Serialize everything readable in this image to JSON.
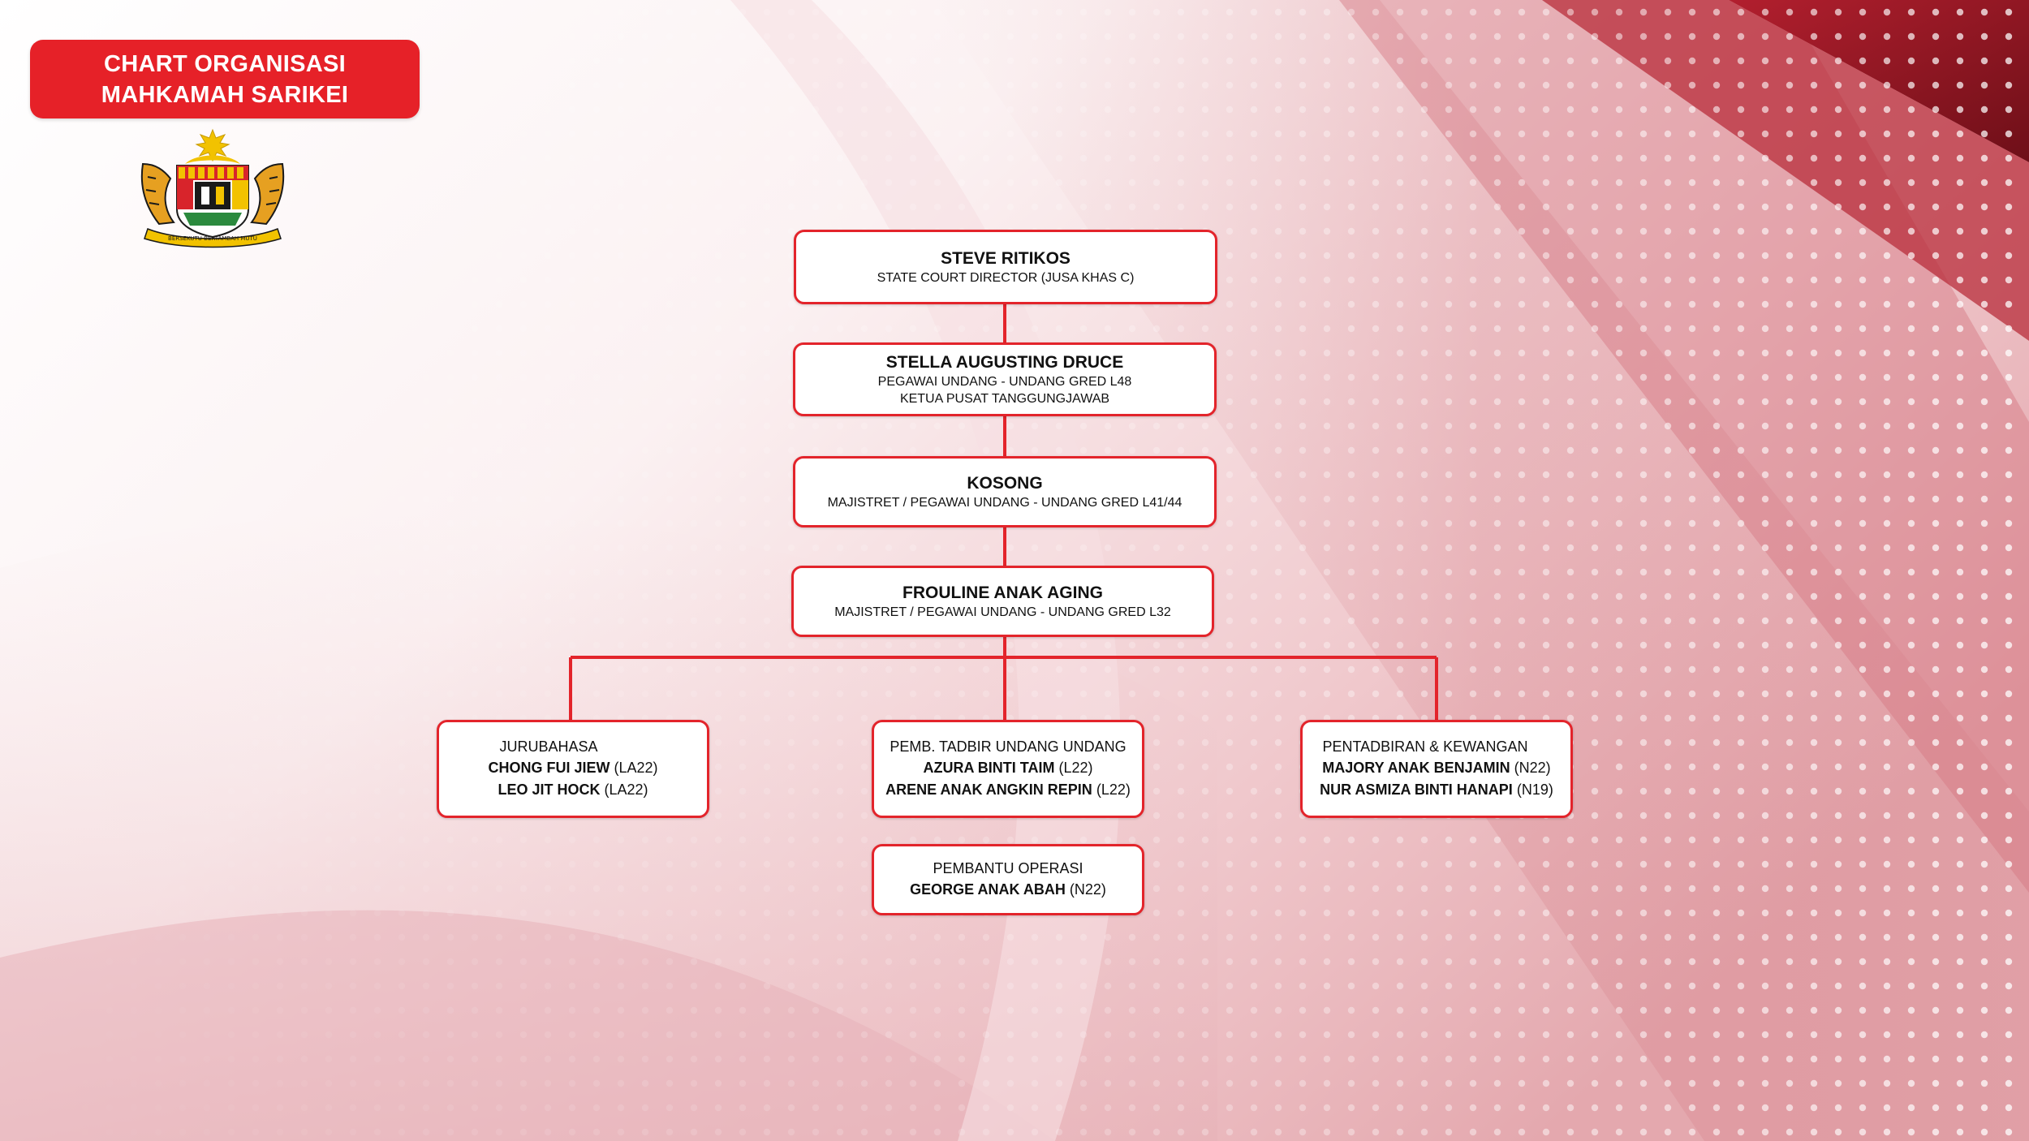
{
  "header": {
    "title_line1": "CHART ORGANISASI",
    "title_line2": "MAHKAMAH SARIKEI"
  },
  "crest": {
    "motto": "BERSEKUTU BERTAMBAH MUTU"
  },
  "colors": {
    "accent": "#e62128",
    "border": "#e3242b",
    "background_tint": "#c8404a"
  },
  "hierarchy": [
    {
      "name": "STEVE RITIKOS",
      "roles": [
        "STATE COURT DIRECTOR (JUSA KHAS C)"
      ]
    },
    {
      "name": "STELLA AUGUSTING DRUCE",
      "roles": [
        "PEGAWAI UNDANG - UNDANG GRED L48",
        "KETUA PUSAT TANGGUNGJAWAB"
      ]
    },
    {
      "name": "KOSONG",
      "roles": [
        "MAJISTRET / PEGAWAI UNDANG - UNDANG GRED L41/44"
      ]
    },
    {
      "name": "FROULINE ANAK AGING",
      "roles": [
        "MAJISTRET / PEGAWAI UNDANG - UNDANG GRED L32"
      ]
    }
  ],
  "units": [
    {
      "title": "JURUBAHASA",
      "members": [
        {
          "name": "CHONG FUI JIEW",
          "grade": "(LA22)"
        },
        {
          "name": "LEO JIT HOCK",
          "grade": "(LA22)"
        }
      ]
    },
    {
      "title": "PEMB. TADBIR UNDANG UNDANG",
      "members": [
        {
          "name": "AZURA BINTI TAIM",
          "grade": "(L22)"
        },
        {
          "name": "ARENE ANAK ANGKIN REPIN",
          "grade": "(L22)"
        }
      ]
    },
    {
      "title": "PENTADBIRAN & KEWANGAN",
      "members": [
        {
          "name": "MAJORY ANAK BENJAMIN",
          "grade": "(N22)"
        },
        {
          "name": "NUR ASMIZA BINTI HANAPI",
          "grade": "(N19)"
        }
      ]
    },
    {
      "title": "PEMBANTU OPERASI",
      "members": [
        {
          "name": "GEORGE ANAK ABAH",
          "grade": "(N22)"
        }
      ]
    }
  ]
}
